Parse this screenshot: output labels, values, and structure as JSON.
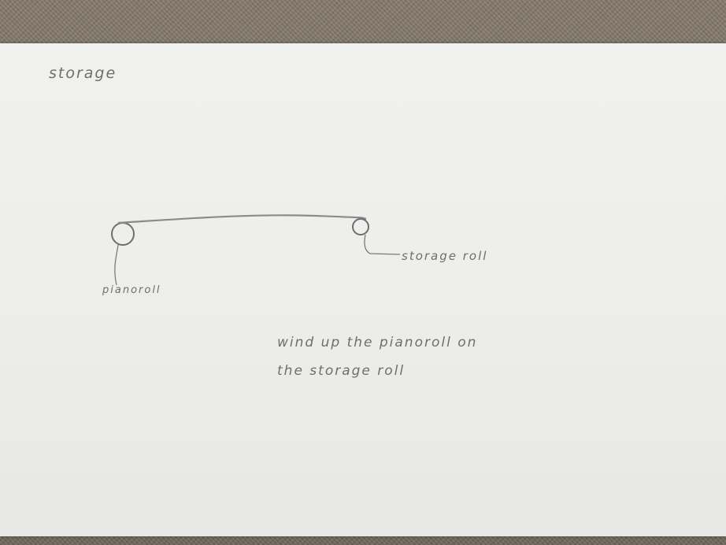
{
  "title": "storage",
  "labels": {
    "piano_roll": "pianoroll",
    "storage_roll": "storage roll"
  },
  "note": {
    "line1": "wind up the pianoroll on",
    "line2": "the storage roll"
  },
  "colors": {
    "pencil": "#6e6e6e",
    "paper": "#eeeeec",
    "background": "#7d7466"
  }
}
